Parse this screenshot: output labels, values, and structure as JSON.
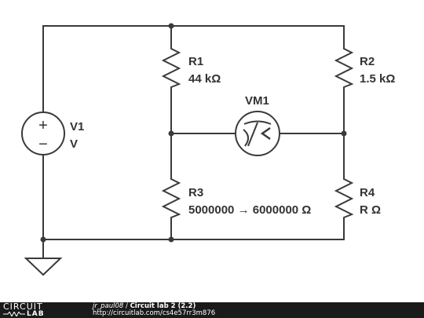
{
  "circuit": {
    "components": [
      {
        "id": "V1",
        "name": "V1",
        "value": "V"
      },
      {
        "id": "R1",
        "name": "R1",
        "value": "44 kΩ"
      },
      {
        "id": "R2",
        "name": "R2",
        "value": "1.5 kΩ"
      },
      {
        "id": "R3",
        "name": "R3",
        "value": "5000000 → 6000000 Ω"
      },
      {
        "id": "R4",
        "name": "R4",
        "value": "R Ω"
      },
      {
        "id": "VM1",
        "name": "VM1",
        "value": ""
      }
    ],
    "source_signs": {
      "plus": "+",
      "minus": "−"
    }
  },
  "footer": {
    "brand_top": "CIRCUIT",
    "brand_bottom": "LAB",
    "author": "jr_paul08",
    "separator": " / ",
    "title": "Circuit lab 2 (2.2)",
    "url": "http://circuitlab.com/cs4e57rr3m876"
  },
  "colors": {
    "wire": "#3a3a3a",
    "label": "#333333",
    "footer_bg": "#1a1a1a",
    "footer_text": "#ffffff"
  }
}
